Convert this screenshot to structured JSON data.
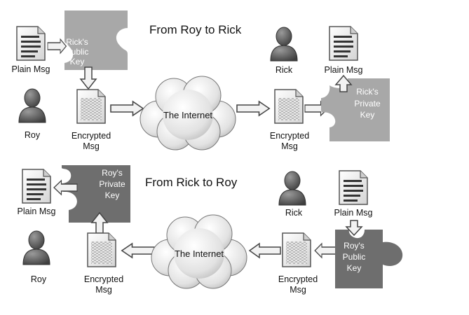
{
  "section_roy_to_rick": {
    "title": "From Roy to Rick",
    "plain_msg_left": "Plain Msg",
    "public_key_line1": "Rick's",
    "public_key_line2": "Public",
    "public_key_line3": "Key",
    "roy": "Roy",
    "encrypted_left_line1": "Encrypted",
    "encrypted_left_line2": "Msg",
    "internet": "The Internet",
    "rick": "Rick",
    "plain_msg_right": "Plain Msg",
    "private_key_line1": "Rick's",
    "private_key_line2": "Private",
    "private_key_line3": "Key",
    "encrypted_right_line1": "Encrypted",
    "encrypted_right_line2": "Msg"
  },
  "section_rick_to_roy": {
    "title": "From Rick to Roy",
    "plain_msg_left": "Plain Msg",
    "private_key_line1": "Roy's",
    "private_key_line2": "Private",
    "private_key_line3": "Key",
    "roy": "Roy",
    "encrypted_left_line1": "Encrypted",
    "encrypted_left_line2": "Msg",
    "internet": "The Internet",
    "rick": "Rick",
    "plain_msg_right": "Plain Msg",
    "public_key_line1": "Roy's",
    "public_key_line2": "Public",
    "public_key_line3": "Key",
    "encrypted_right_line1": "Encrypted",
    "encrypted_right_line2": "Msg"
  },
  "colors": {
    "key_light": "#a8a8a8",
    "key_dark": "#6e6e6e",
    "person": "#555555",
    "arrow_fill": "#f2f2f2",
    "arrow_stroke": "#444444"
  },
  "icons": {
    "document": "document-icon",
    "encrypted_document": "encrypted-document-icon",
    "person": "person-icon",
    "cloud": "cloud-icon",
    "key": "puzzle-key-icon"
  }
}
